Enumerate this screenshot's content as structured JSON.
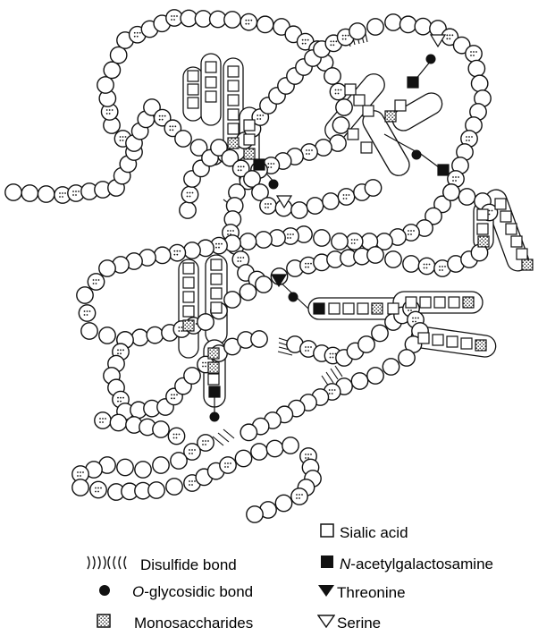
{
  "legend": {
    "disulfide": "Disulfide bond",
    "oglyco_italic": "O",
    "oglyco_rest": "-glycosidic bond",
    "monosaccharides": "Monosaccharides",
    "sialic": "Sialic acid",
    "galnac_italic": "N",
    "galnac_rest": "-acetylgalactosamine",
    "threonine": "Threonine",
    "serine": "Serine"
  },
  "icons": {
    "bead": "amino-acid-residue-icon",
    "disulfide": "disulfide-bond-icon",
    "oglyco": "filled-circle-icon",
    "monosaccharide": "dotted-square-icon",
    "sialic": "open-square-icon",
    "galnac": "filled-square-icon",
    "threonine": "filled-triangle-down-icon",
    "serine": "open-triangle-down-icon"
  }
}
